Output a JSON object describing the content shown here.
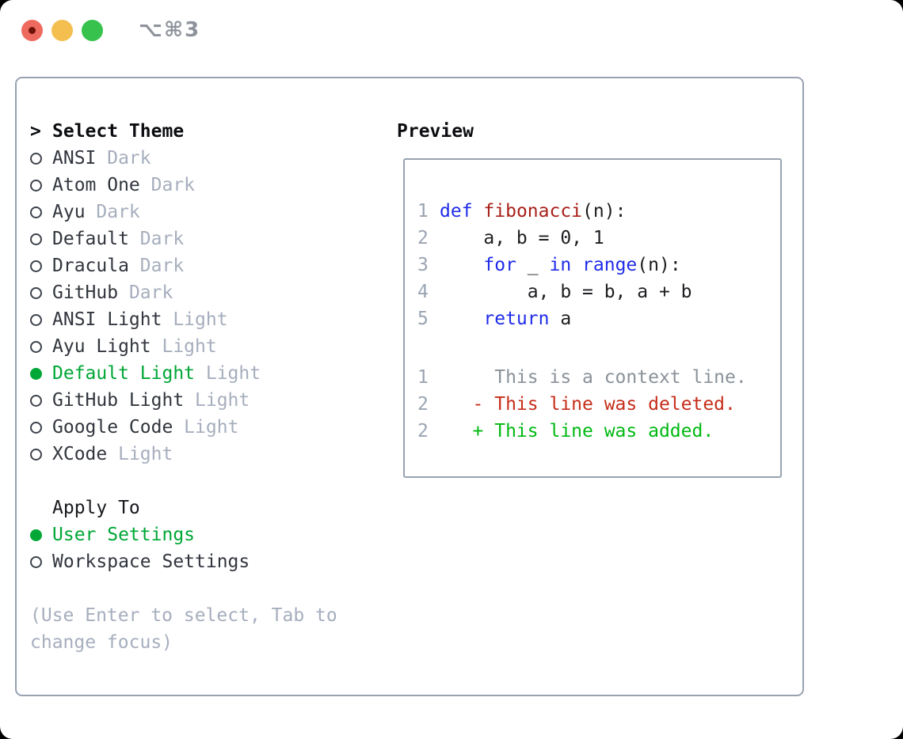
{
  "window": {
    "shortcut": "⌥⌘3"
  },
  "colors": {
    "accent_green": "#00a736",
    "keyword_blue": "#1f2be8",
    "function_red": "#a8201a",
    "deleted_red": "#c62d1a",
    "added_green": "#00b912",
    "context_gray": "#8a9199",
    "line_number_gray": "#9aa4b2",
    "item_text": "#31353d",
    "variant_gray": "#a6aebd",
    "border_gray": "#98a2b1",
    "traffic_red": "#ee6a5e",
    "traffic_yellow": "#f5bf4f",
    "traffic_green": "#36c24c"
  },
  "theme_selector": {
    "heading_marker": ">",
    "heading": "Select Theme",
    "items": [
      {
        "name": "ANSI",
        "variant": "Dark",
        "selected": false
      },
      {
        "name": "Atom One",
        "variant": "Dark",
        "selected": false
      },
      {
        "name": "Ayu",
        "variant": "Dark",
        "selected": false
      },
      {
        "name": "Default",
        "variant": "Dark",
        "selected": false
      },
      {
        "name": "Dracula",
        "variant": "Dark",
        "selected": false
      },
      {
        "name": "GitHub",
        "variant": "Dark",
        "selected": false
      },
      {
        "name": "ANSI Light",
        "variant": "Light",
        "selected": false
      },
      {
        "name": "Ayu Light",
        "variant": "Light",
        "selected": false
      },
      {
        "name": "Default Light",
        "variant": "Light",
        "selected": true
      },
      {
        "name": "GitHub Light",
        "variant": "Light",
        "selected": false
      },
      {
        "name": "Google Code",
        "variant": "Light",
        "selected": false
      },
      {
        "name": "XCode",
        "variant": "Light",
        "selected": false
      }
    ],
    "apply_heading": "Apply To",
    "apply_options": [
      {
        "name": "User Settings",
        "selected": true
      },
      {
        "name": "Workspace Settings",
        "selected": false
      }
    ],
    "hint": "(Use Enter to select, Tab to change focus)"
  },
  "preview": {
    "heading": "Preview",
    "code_lines": [
      {
        "num": "1",
        "tokens": [
          [
            "kw",
            "def"
          ],
          [
            "pl",
            " "
          ],
          [
            "fn",
            "fibonacci"
          ],
          [
            "pl",
            "(n):"
          ]
        ]
      },
      {
        "num": "2",
        "tokens": [
          [
            "pl",
            "    a, b = 0, 1"
          ]
        ]
      },
      {
        "num": "3",
        "tokens": [
          [
            "pl",
            "    "
          ],
          [
            "kw",
            "for"
          ],
          [
            "pl",
            " _ "
          ],
          [
            "kw",
            "in"
          ],
          [
            "pl",
            " "
          ],
          [
            "kw",
            "range"
          ],
          [
            "pl",
            "(n):"
          ]
        ]
      },
      {
        "num": "4",
        "tokens": [
          [
            "pl",
            "        a, b = b, a + b"
          ]
        ]
      },
      {
        "num": "5",
        "tokens": [
          [
            "pl",
            "    "
          ],
          [
            "kw",
            "return"
          ],
          [
            "pl",
            " a"
          ]
        ]
      }
    ],
    "diff_lines": [
      {
        "num": "1",
        "type": "ctx",
        "text": "     This is a context line."
      },
      {
        "num": "2",
        "type": "del",
        "text": "   - This line was deleted."
      },
      {
        "num": "2",
        "type": "add",
        "text": "   + This line was added."
      }
    ]
  }
}
